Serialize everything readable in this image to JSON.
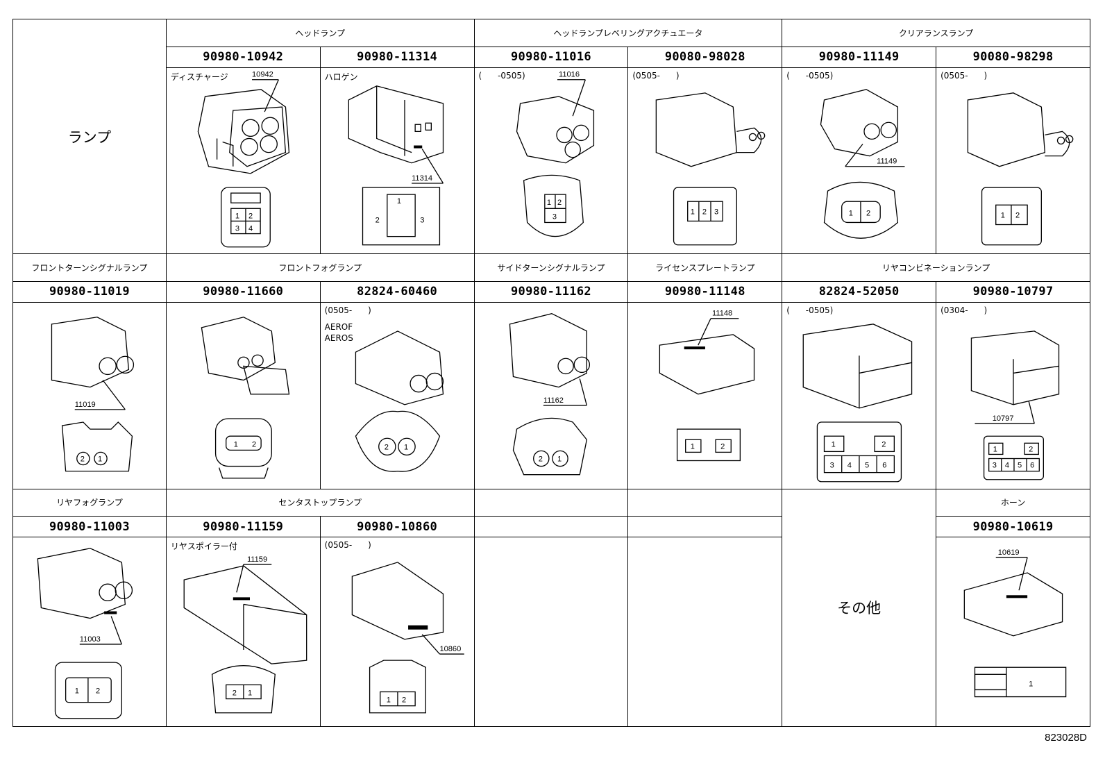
{
  "main_category": "ランプ",
  "other_category": "その他",
  "footer_code": "823028D",
  "row1": {
    "headers": [
      "ヘッドランプ",
      "ヘッドランプレベリングアクチュエータ",
      "クリアランスランプ"
    ],
    "parts": [
      {
        "pn": "90980-10942",
        "note": "ディスチャージ",
        "tag": "10942",
        "pins": [
          "1",
          "2",
          "3",
          "4"
        ]
      },
      {
        "pn": "90980-11314",
        "note": "ハロゲン",
        "tag": "11314",
        "pins": [
          "1",
          "2",
          "3"
        ]
      },
      {
        "pn": "90980-11016",
        "note": "(      -0505)",
        "tag": "11016",
        "pins": [
          "1",
          "2",
          "3"
        ]
      },
      {
        "pn": "90080-98028",
        "note": "(0505-      )",
        "tag": "",
        "pins": [
          "1",
          "2",
          "3"
        ]
      },
      {
        "pn": "90980-11149",
        "note": "(      -0505)",
        "tag": "11149",
        "pins": [
          "1",
          "2"
        ]
      },
      {
        "pn": "90080-98298",
        "note": "(0505-      )",
        "tag": "",
        "pins": [
          "1",
          "2"
        ]
      }
    ]
  },
  "row2": {
    "headers": [
      "フロントターンシグナルランプ",
      "フロントフォグランプ",
      "サイドターンシグナルランプ",
      "ライセンスプレートランプ",
      "リヤコンビネーションランプ"
    ],
    "parts": [
      {
        "pn": "90980-11019",
        "note": "",
        "tag": "11019",
        "pins": [
          "2",
          "1"
        ]
      },
      {
        "pn": "90980-11660",
        "note": "",
        "tag": "",
        "pins": [
          "1",
          "2"
        ]
      },
      {
        "pn": "82824-60460",
        "note": "(0505-      )",
        "note2": "AEROF",
        "note3": "AEROS",
        "tag": "",
        "pins": [
          "2",
          "1"
        ]
      },
      {
        "pn": "90980-11162",
        "note": "",
        "tag": "11162",
        "pins": [
          "2",
          "1"
        ]
      },
      {
        "pn": "90980-11148",
        "note": "",
        "tag": "11148",
        "pins": [
          "1",
          "2"
        ]
      },
      {
        "pn": "82824-52050",
        "note": "(      -0505)",
        "tag": "",
        "pins": [
          "1",
          "2",
          "3",
          "4",
          "5",
          "6"
        ]
      },
      {
        "pn": "90980-10797",
        "note": "(0304-      )",
        "tag": "10797",
        "pins": [
          "1",
          "2",
          "3",
          "4",
          "5",
          "6"
        ]
      }
    ]
  },
  "row3": {
    "headers": [
      "リヤフォグランプ",
      "センタストップランプ",
      "ホーン"
    ],
    "parts": [
      {
        "pn": "90980-11003",
        "note": "",
        "tag": "11003",
        "pins": [
          "1",
          "2"
        ]
      },
      {
        "pn": "90980-11159",
        "note": "リヤスポイラー付",
        "tag": "11159",
        "pins": [
          "2",
          "1"
        ]
      },
      {
        "pn": "90980-10860",
        "note": "(0505-      )",
        "tag": "10860",
        "pins": [
          "1",
          "2"
        ]
      },
      {
        "pn": "90980-10619",
        "note": "",
        "tag": "10619",
        "pins": [
          "1"
        ]
      }
    ]
  }
}
